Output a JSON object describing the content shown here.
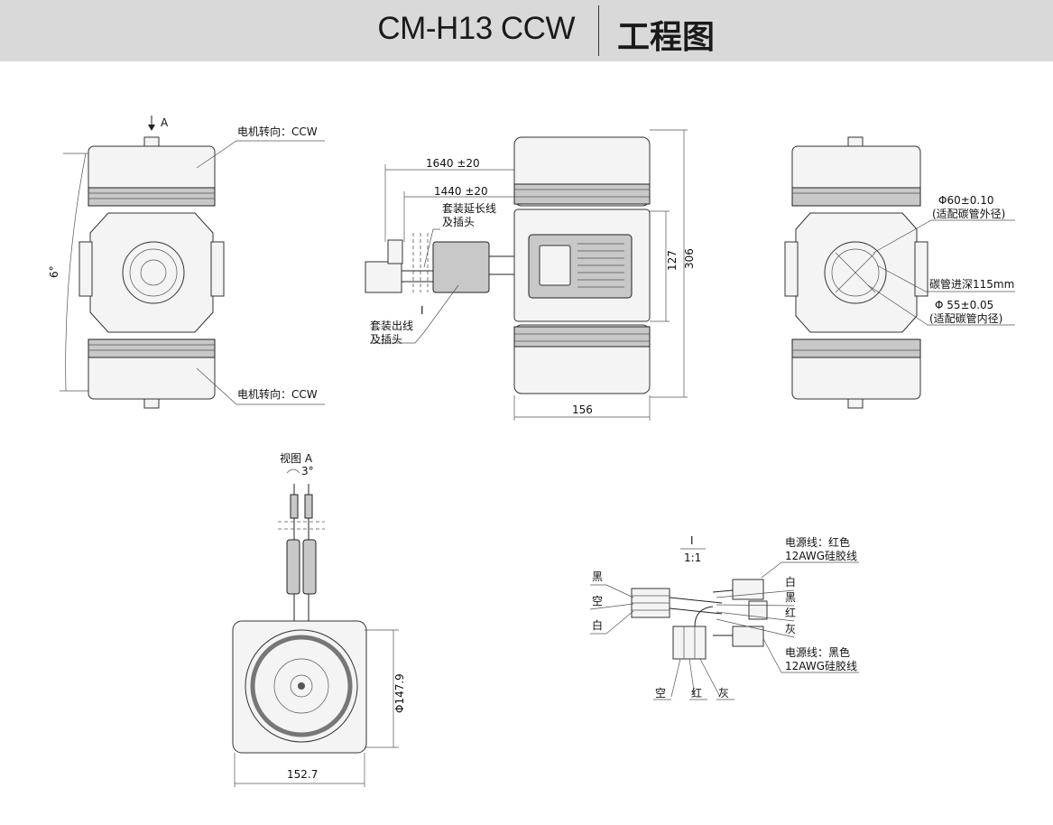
{
  "header": {
    "model": "CM-H13 CCW",
    "kind": "工程图"
  },
  "top_view": {
    "arrow_label": "A",
    "rotation_top": "电机转向：CCW",
    "rotation_bottom": "电机转向：CCW",
    "angle_label": "6°"
  },
  "side_view": {
    "dim_1640": "1640 ±20",
    "dim_1440": "1440 ±20",
    "ext_cable_line1": "套装延长线",
    "ext_cable_line2": "及插头",
    "out_cable_line1": "套装出线",
    "out_cable_line2": "及插头",
    "detail_ref": "I",
    "dim_127": "127",
    "dim_306": "306",
    "dim_156": "156"
  },
  "right_view": {
    "phi60_line1": "Φ60±0.10",
    "phi60_line2": "(适配碳管外径)",
    "tube_depth": "碳管进深115mm",
    "phi55_line1": "Φ 55±0.05",
    "phi55_line2": "(适配碳管内径)"
  },
  "view_a": {
    "title": "视图 A",
    "angle": "3°",
    "dim_diameter": "Φ147.9",
    "dim_width": "152.7"
  },
  "detail": {
    "ref": "I",
    "scale": "1:1",
    "power_red_line1": "电源线：红色",
    "power_red_line2": "12AWG硅胶线",
    "power_black_line1": "电源线：黑色",
    "power_black_line2": "12AWG硅胶线",
    "left_labels": [
      "黑",
      "空",
      "白"
    ],
    "right_labels": [
      "白",
      "黑",
      "红",
      "灰"
    ],
    "bottom_labels": [
      "空",
      "红",
      "灰"
    ]
  }
}
